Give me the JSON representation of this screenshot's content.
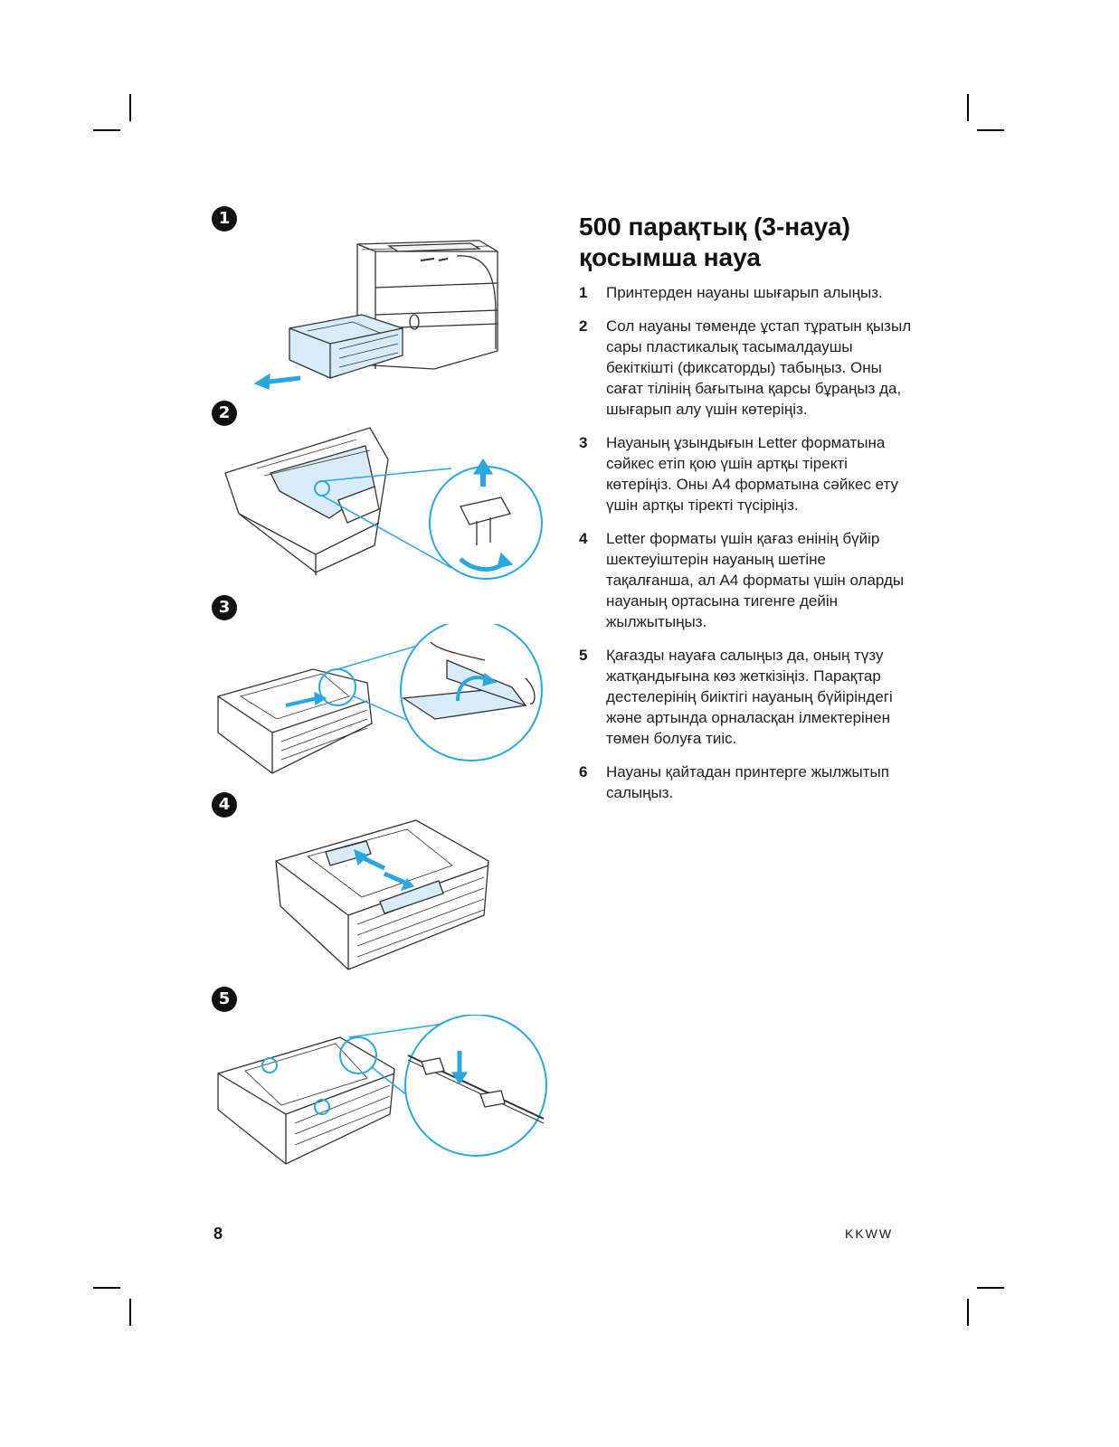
{
  "heading": {
    "line1": "500 парақтық (3-науа)",
    "line2": "қосымша науа"
  },
  "figures": [
    {
      "number": "1",
      "icon": "printer-tray-removal-illustration"
    },
    {
      "number": "2",
      "icon": "tray-locking-knob-illustration"
    },
    {
      "number": "3",
      "icon": "tray-rear-stop-illustration"
    },
    {
      "number": "4",
      "icon": "paper-width-guides-illustration"
    },
    {
      "number": "5",
      "icon": "paper-loading-tabs-illustration"
    }
  ],
  "steps": [
    {
      "number": "1",
      "text": "Принтерден науаны шығарып алыңыз."
    },
    {
      "number": "2",
      "text": "Сол науаны төменде ұстап тұратын қызыл сары пластикалық тасымалдаушы бекіткішті (фиксаторды) табыңыз. Оны сағат тілінің бағытына қарсы бұраңыз да, шығарып алу үшін көтеріңіз."
    },
    {
      "number": "3",
      "text": "Науаның ұзындығын Letter форматына сәйкес етіп қою үшін артқы тіректі көтеріңіз. Оны A4 форматына сәйкес ету үшін артқы тіректі түсіріңіз."
    },
    {
      "number": "4",
      "text": "Letter форматы үшін қағаз енінің бүйір шектеуіштерін науаның шетіне тақалғанша, ал A4 форматы үшін оларды науаның ортасына тигенге дейін жылжытыңыз."
    },
    {
      "number": "5",
      "text": "Қағазды науаға салыңыз да, оның түзу жатқандығына көз жеткізіңіз. Парақтар дестелерінің биіктігі науаның бүйіріндегі және артында орналасқан ілмектерінен төмен болуға тиіс."
    },
    {
      "number": "6",
      "text": "Науаны қайтадан принтерге жылжытып салыңыз."
    }
  ],
  "footer": {
    "page_number": "8",
    "code": "KKWW"
  },
  "colors": {
    "accent": "#29a8e0",
    "highlight": "#d6ecf8",
    "line": "#333333"
  }
}
